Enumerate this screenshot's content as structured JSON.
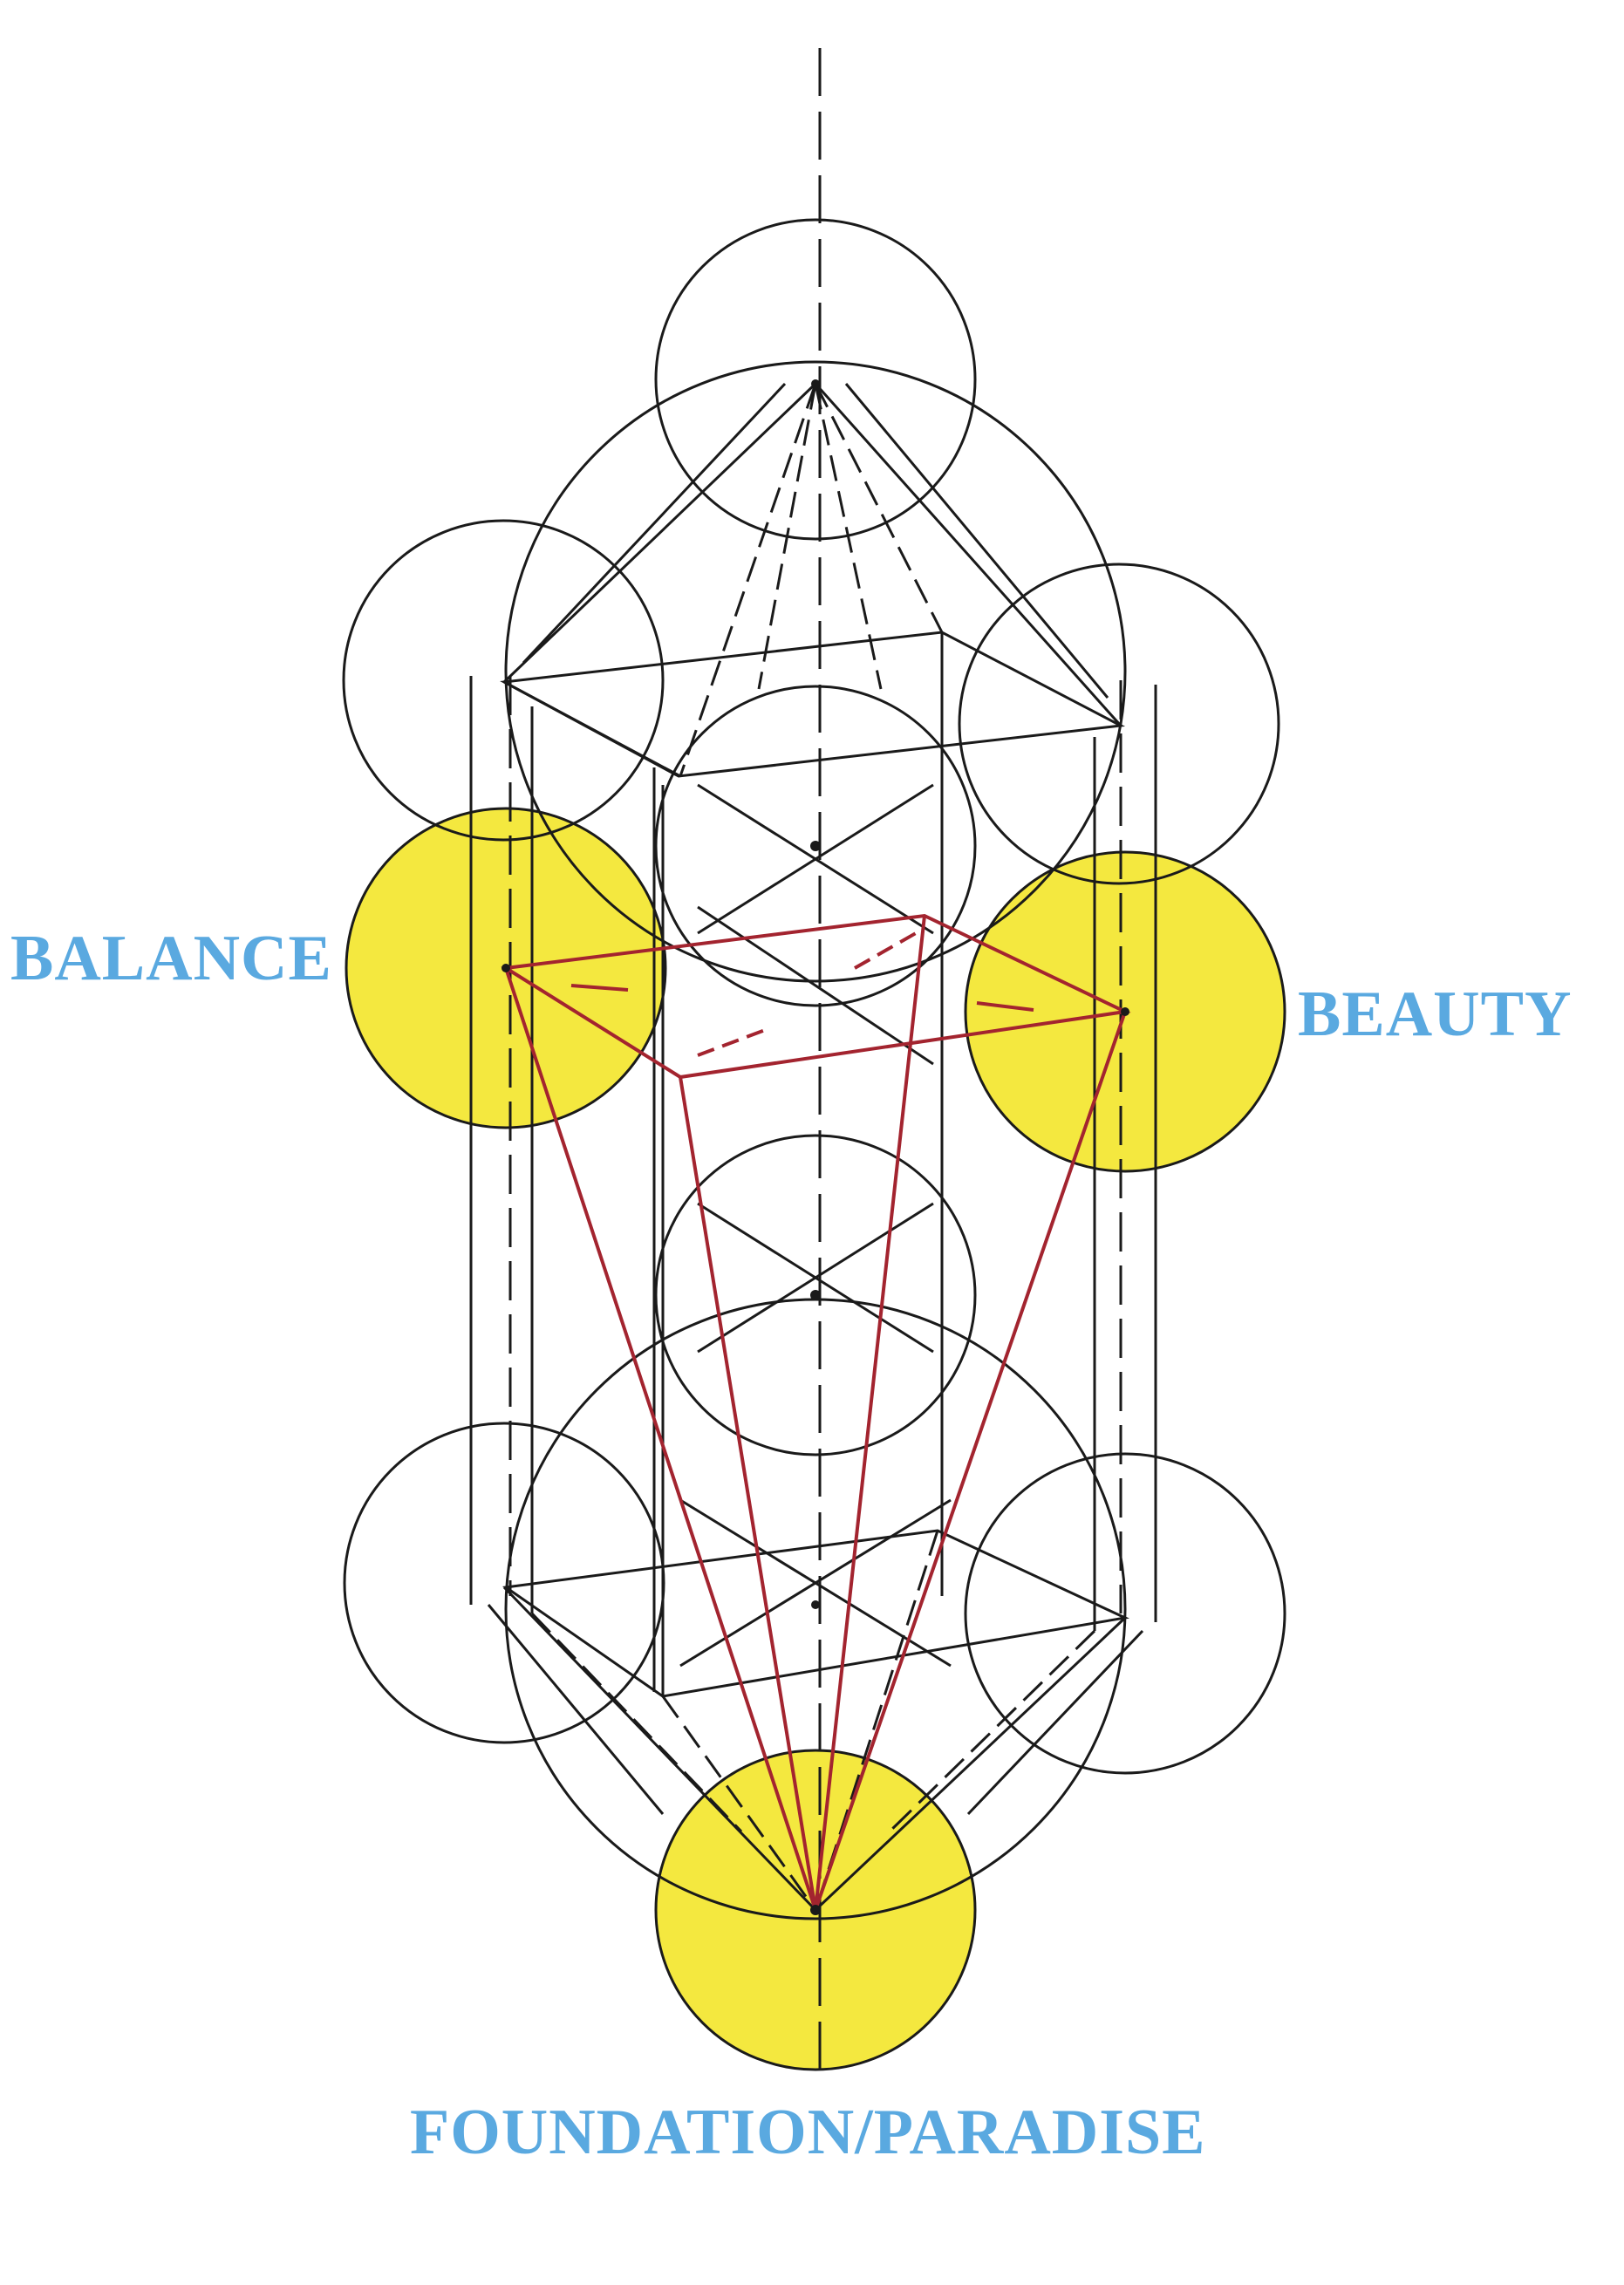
{
  "labels": {
    "balance": "BALANCE",
    "beauty": "BEAUTY",
    "foundation": "FOUNDATION/PARADISE"
  },
  "colors": {
    "label": "#5aa9e0",
    "highlight_fill": "#f3e62a",
    "line": "#1a1a1a",
    "accent_line": "#a3242f"
  }
}
